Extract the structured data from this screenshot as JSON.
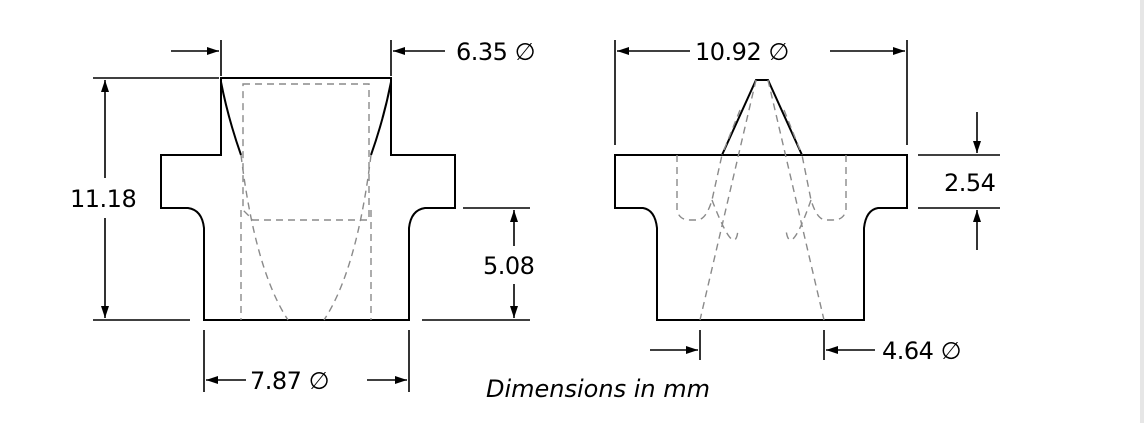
{
  "dimensions": {
    "top_left_diameter": "6.35 ∅",
    "top_right_diameter": "10.92 ∅",
    "overall_height": "11.18",
    "flange_thickness": "2.54",
    "lower_height": "5.08",
    "base_diameter": "7.87 ∅",
    "bottom_right_diameter": "4.64 ∅"
  },
  "caption": "Dimensions in mm"
}
